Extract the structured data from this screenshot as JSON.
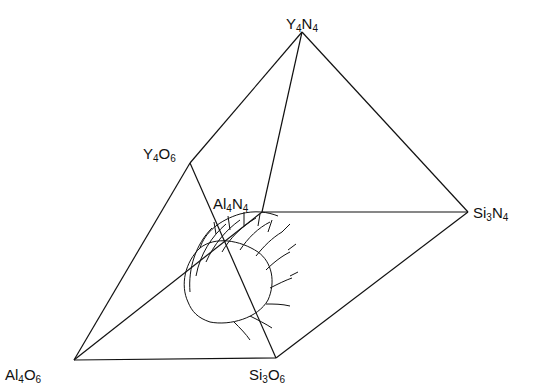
{
  "diagram": {
    "labels": [
      "Y4N4",
      "Y4O6",
      "Al4N4",
      "Si3N4",
      "Al4O6",
      "Si3O6"
    ]
  }
}
